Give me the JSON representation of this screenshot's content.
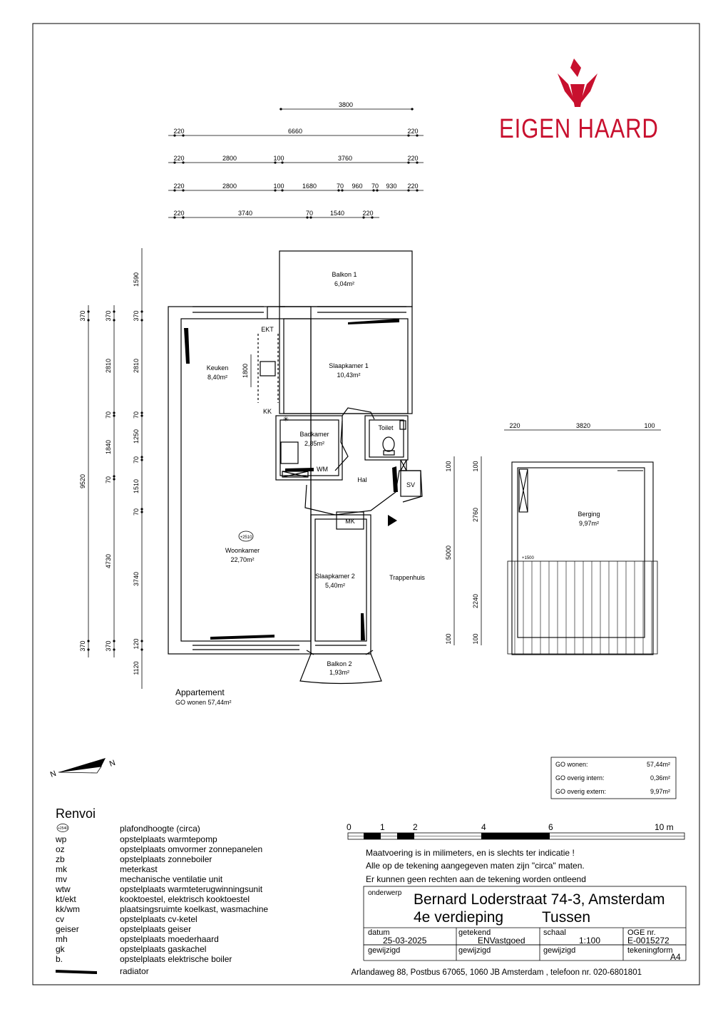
{
  "logo": {
    "text": "EIGEN HAARD",
    "color": "#c8102e"
  },
  "dimensions": {
    "top_row1": [
      "3800"
    ],
    "top_row2": [
      "220",
      "6660",
      "220"
    ],
    "top_row3": [
      "220",
      "2800",
      "100",
      "3760",
      "220"
    ],
    "top_row4": [
      "220",
      "2800",
      "100",
      "1680",
      "70",
      "960",
      "70",
      "930",
      "220"
    ],
    "top_row5": [
      "220",
      "3740",
      "70",
      "1540",
      "220"
    ],
    "left_col1": [
      "370",
      "9520",
      "370"
    ],
    "left_col2": [
      "370",
      "2810",
      "70",
      "1840",
      "70",
      "4730",
      "370"
    ],
    "left_col3": [
      "1590",
      "370",
      "2810",
      "70",
      "1250",
      "70",
      "1510",
      "70",
      "3740",
      "120",
      "1120"
    ],
    "right_col1": [
      "100",
      "5000",
      "100"
    ],
    "right_col2": [
      "100",
      "2760",
      "2240",
      "100"
    ],
    "berging_top": [
      "220",
      "3820",
      "100"
    ],
    "keuken_1800": "1800"
  },
  "rooms": {
    "balkon1": {
      "name": "Balkon 1",
      "area": "6,04m²"
    },
    "keuken": {
      "name": "Keuken",
      "area": "8,40m²"
    },
    "slaapkamer1": {
      "name": "Slaapkamer 1",
      "area": "10,43m²"
    },
    "badkamer": {
      "name": "Badkamer",
      "area": "2,85m²"
    },
    "toilet": {
      "name": "Toilet"
    },
    "hal": {
      "name": "Hal"
    },
    "woonkamer": {
      "name": "Woonkamer",
      "area": "22,70m²"
    },
    "slaapkamer2": {
      "name": "Slaapkamer 2",
      "area": "5,40m²"
    },
    "trappenhuis": {
      "name": "Trappenhuis"
    },
    "balkon2": {
      "name": "Balkon 2",
      "area": "1,93m²"
    },
    "berging": {
      "name": "Berging",
      "area": "9,97m²"
    }
  },
  "labels": {
    "ekt": "EKT",
    "kk": "KK",
    "wm": "WM",
    "sv": "SV",
    "mk": "MK",
    "ceiling": "+2510",
    "berging_level": "+1500"
  },
  "appartement": {
    "title": "Appartement",
    "subtitle": "GO wonen 57,44m²"
  },
  "go_table": [
    {
      "label": "GO wonen:",
      "value": "57,44m²"
    },
    {
      "label": "GO overig intern:",
      "value": "0,36m²"
    },
    {
      "label": "GO overig extern:",
      "value": "9,97m²"
    }
  ],
  "renvoi": {
    "title": "Renvoi",
    "items": [
      {
        "code": "+2540",
        "desc": "plafondhoogte (circa)"
      },
      {
        "code": "wp",
        "desc": "opstelplaats warmtepomp"
      },
      {
        "code": "oz",
        "desc": "opstelplaats omvormer zonnepanelen"
      },
      {
        "code": "zb",
        "desc": "opstelplaats zonneboiler"
      },
      {
        "code": "mk",
        "desc": "meterkast"
      },
      {
        "code": "mv",
        "desc": "mechanische ventilatie unit"
      },
      {
        "code": "wtw",
        "desc": "opstelplaats warmteterugwinningsunit"
      },
      {
        "code": "kt/ekt",
        "desc": "kooktoestel, elektrisch kooktoestel"
      },
      {
        "code": "kk/wm",
        "desc": "plaatsingsruimte koelkast, wasmachine"
      },
      {
        "code": "cv",
        "desc": "opstelplaats cv-ketel"
      },
      {
        "code": "geiser",
        "desc": "opstelplaats geiser"
      },
      {
        "code": "mh",
        "desc": "opstelplaats moederhaard"
      },
      {
        "code": "gk",
        "desc": "opstelplaats gaskachel"
      },
      {
        "code": "b.",
        "desc": "opstelplaats elektrische boiler"
      },
      {
        "code": "",
        "desc": "radiator"
      }
    ]
  },
  "scale_bar": {
    "ticks": [
      "0",
      "1",
      "2",
      "4",
      "6",
      "10  m"
    ]
  },
  "notes": [
    "Maatvoering is in milimeters, en is slechts ter indicatie !",
    "Alle op de tekening aangegeven maten zijn \"circa\" maten.",
    "Er kunnen geen rechten aan de tekening worden ontleend"
  ],
  "title_block": {
    "onderwerp_label": "onderwerp",
    "address": "Bernard Loderstraat 74-3, Amsterdam",
    "floor": "4e verdieping",
    "position": "Tussen",
    "datum_label": "datum",
    "datum": "25-03-2025",
    "getekend_label": "getekend",
    "getekend": "ENVastgoed",
    "schaal_label": "schaal",
    "schaal": "1:100",
    "oge_label": "OGE nr.",
    "oge": "E-0015272",
    "gewijzigd_label": "gewijzigd",
    "tekeningform_label": "tekeningform",
    "tekeningform": "A4",
    "footer": "Arlandaweg 88, Postbus 67065, 1060 JB Amsterdam , telefoon nr. 020-6801801"
  }
}
